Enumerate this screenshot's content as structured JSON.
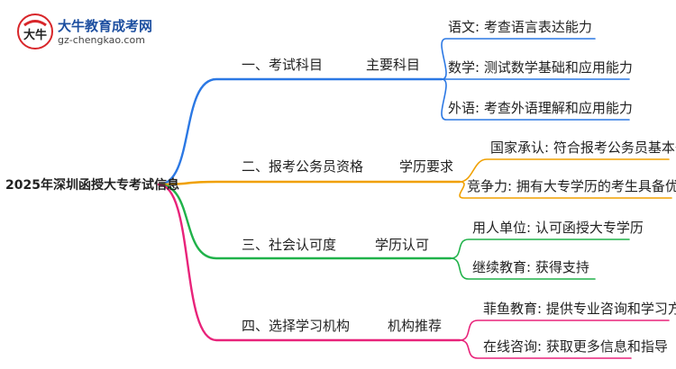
{
  "logo": {
    "name": "大牛教育成考网",
    "url": "gz-chengkao.com",
    "mark_text": "大牛"
  },
  "root": "2025年深圳函授大专考试信息",
  "colors": {
    "blue": "#2b78e4",
    "orange": "#f0a000",
    "green": "#20b24a",
    "pink": "#e8237a",
    "brand": "#1d4fa0",
    "logo_red": "#d8262a"
  },
  "branches": [
    {
      "title": "一、考试科目",
      "key": "主要科目",
      "color": "blue",
      "leaves": [
        "语文: 考查语言表达能力",
        "数学: 测试数学基础和应用能力",
        "外语: 考查外语理解和应用能力"
      ]
    },
    {
      "title": "二、报考公务员资格",
      "key": "学历要求",
      "color": "orange",
      "leaves": [
        "国家承认: 符合报考公务员基本条件",
        "竞争力: 拥有大专学历的考生具备优势"
      ]
    },
    {
      "title": "三、社会认可度",
      "key": "学历认可",
      "color": "green",
      "leaves": [
        "用人单位: 认可函授大专学历",
        "继续教育: 获得支持"
      ]
    },
    {
      "title": "四、选择学习机构",
      "key": "机构推荐",
      "color": "pink",
      "leaves": [
        "菲鱼教育: 提供专业咨询和学习方案",
        "在线咨询: 获取更多信息和指导"
      ]
    }
  ]
}
